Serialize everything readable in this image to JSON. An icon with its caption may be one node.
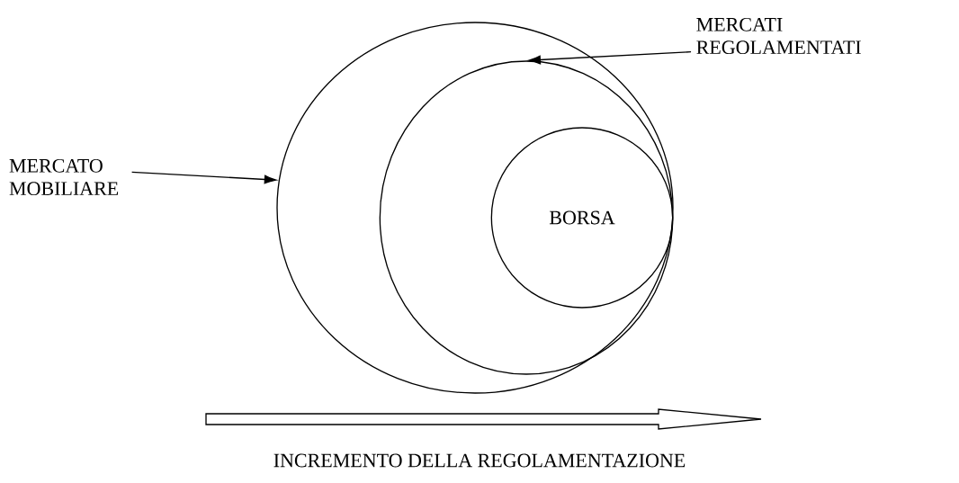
{
  "diagram": {
    "nodes": [
      {
        "text": [],
        "shape": "circle"
      },
      {
        "text": [],
        "shape": "circle",
        "in": 0
      },
      {
        "text": [
          "BORSA"
        ],
        "in": 1
      },
      {
        "text": [
          "MERCATO MOBILIARE"
        ]
      },
      {
        "text": [
          "MERCATI REGOLAMENTATI"
        ]
      }
    ],
    "edges": [
      {
        "from": 3,
        "to": 0,
        "arrow": "to"
      },
      {
        "from": 4,
        "to": 1,
        "arrow": "to"
      }
    ],
    "labels": [
      "INCREMENTO DELLA REGOLAMENTAZIONE"
    ]
  }
}
